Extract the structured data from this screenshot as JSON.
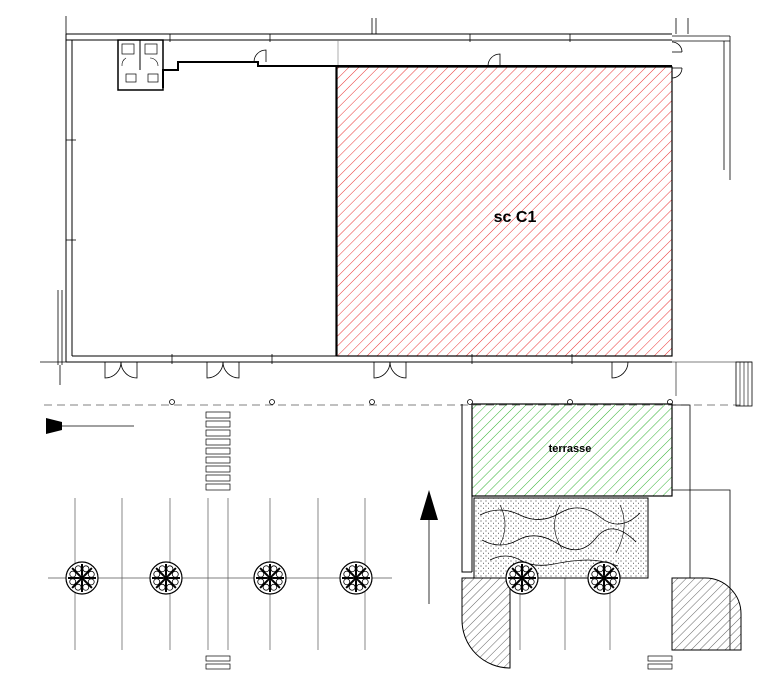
{
  "rooms": [
    {
      "id": "unit",
      "label": "sc C1",
      "hatch_color": "#e60000",
      "fill_color": "#ffe5e5"
    },
    {
      "id": "terrace",
      "label": "terrasse",
      "hatch_color": "#00a000",
      "fill_color": "#e8f6e8"
    }
  ],
  "colors": {
    "line": "#000000",
    "dashed": "#808080",
    "grey_hatch": "#555555"
  },
  "icons": {
    "north_arrow": "north-arrow-icon",
    "entrance_arrow": "entrance-arrow-icon",
    "tree": "tree-symbol-icon"
  }
}
